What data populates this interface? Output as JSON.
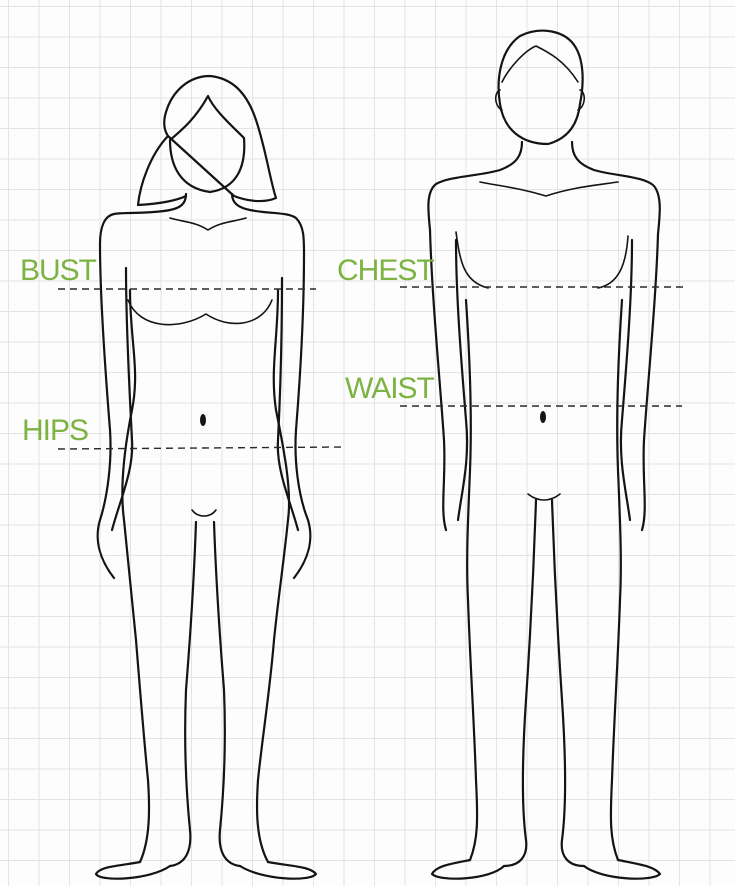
{
  "accent_color": "#7cb342",
  "labels": {
    "bust": "BUST",
    "hips": "HIPS",
    "chest": "CHEST",
    "waist": "WAIST"
  }
}
